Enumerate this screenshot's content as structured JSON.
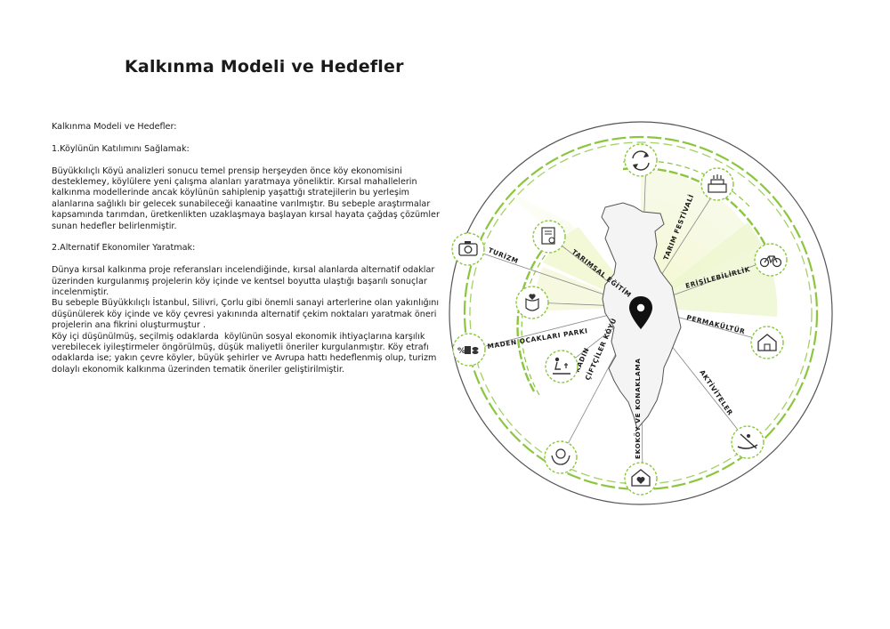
{
  "title": "Kalkınma Modeli ve Hedefler",
  "body": {
    "heading": "Kalkınma Modeli ve Hedefler:",
    "section1_title": "1.Köylünün Katılımını Sağlamak:",
    "section1_text": "Büyükkılıçlı Köyü analizleri sonucu temel prensip herşeyden önce köy ekonomisini desteklemey, köylülere yeni çalışma alanları yaratmaya yöneliktir. Kırsal mahallelerin kalkınma modellerinde ancak köylünün sahiplenip yaşattığı stratejilerin bu yerleşim alanlarına sağlıklı bir gelecek sunabileceği kanaatine varılmıştır. Bu sebeple araştırmalar kapsamında tarımdan, üretkenlikten uzaklaşmaya başlayan kırsal hayata çağdaş çözümler sunan hedefler belirlenmiştir.",
    "section2_title": "2.Alternatif Ekonomiler Yaratmak:",
    "section2_text1": "Dünya kırsal kalkınma proje referansları incelendiğinde, kırsal alanlarda alternatif odaklar üzerinden kurgulanmış projelerin köy içinde ve kentsel boyutta ulaştığı başarılı sonuçlar incelenmiştir.",
    "section2_text2": "Bu sebeple Büyükkılıçlı İstanbul, Silivri, Çorlu gibi önemli sanayi arterlerine olan yakınlığını düşünülerek köy içinde ve köy çevresi yakınında alternatif çekim noktaları yaratmak öneri projelerin ana fikrini oluşturmuştur .",
    "section2_text3": "Köy içi düşünülmüş, seçilmiş odaklarda  köylünün sosyal ekonomik ihtiyaçlarına karşılık verebilecek iyileştirmeler öngörülmüş, düşük maliyetli öneriler kurgulanmıştır. Köy etrafı odaklarda ise; yakın çevre köyler, büyük şehirler ve Avrupa hattı hedeflenmiş olup, turizm dolaylı ekonomik kalkınma üzerinden tematik öneriler geliştirilmiştir."
  },
  "diagram": {
    "labels": {
      "tarim_festivali": "TARIM FESTİVALİ",
      "erisilebilirlik": "ERİŞİLEBİLİRLİK",
      "permakultur": "PERMAKÜLTÜR",
      "aktiviteler": "AKTİVİTELER",
      "ekokoy": "EKOKÖY VE KONAKLAMA",
      "kadin": "KADIN",
      "ciftciler": "ÇİFTÇİLER KÖYÜ",
      "maden": "MADEN OCAKLARI PARKI",
      "tarimsal_egitim": "TARIMSAL EĞİTİM",
      "turizm": "TURİZM"
    },
    "icons": [
      "recycle-icon",
      "cake-icon",
      "bicycle-icon",
      "farmhouse-icon",
      "kayak-icon",
      "house-heart-icon",
      "hands-globe-icon",
      "woman-planting-icon",
      "currency-icon",
      "hand-heart-icon",
      "camera-icon",
      "certificate-icon"
    ],
    "colors": {
      "accent_green": "#8cc63f",
      "light_green": "#eef5cf",
      "map_outline": "#555555",
      "circle_outline": "#555555"
    }
  }
}
